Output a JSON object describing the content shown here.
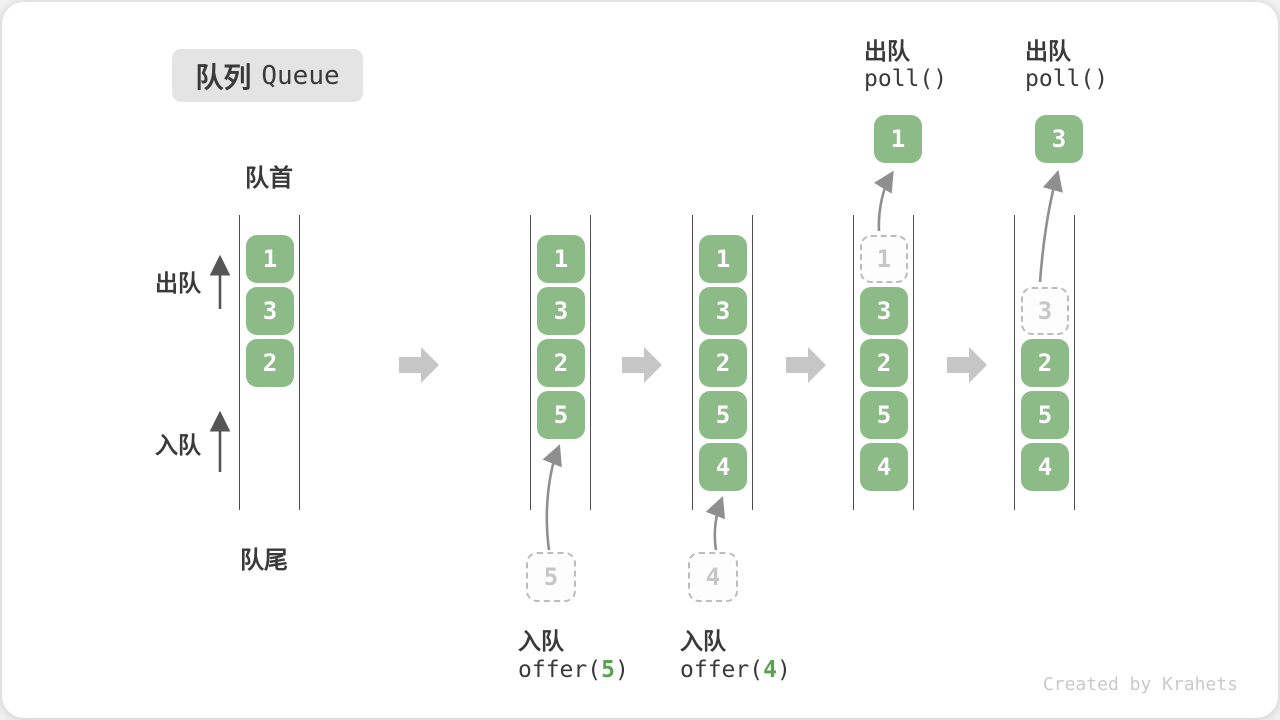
{
  "title": {
    "zh": "队列",
    "en": "Queue"
  },
  "labels": {
    "front": "队首",
    "rear": "队尾",
    "dequeue_side": "出队",
    "enqueue_side": "入队"
  },
  "watermark": "Created by Krahets",
  "colors": {
    "box_green": "#8CBB87",
    "accent_green": "#5BA250",
    "dashed_border": "#bcbcbc",
    "dashed_text": "#c6c6c6",
    "arrow_gray": "#8f8f8f",
    "block_arrow": "#c6c6c6",
    "line": "#4d4d4d",
    "text_dark": "#3a3a3a",
    "badge_bg": "#e4e4e4",
    "watermark": "#c9c9c9"
  },
  "queues": [
    {
      "cells": [
        {
          "value": "1",
          "row": 1,
          "dashed": false
        },
        {
          "value": "3",
          "row": 2,
          "dashed": false
        },
        {
          "value": "2",
          "row": 3,
          "dashed": false
        }
      ]
    },
    {
      "cells": [
        {
          "value": "1",
          "row": 1,
          "dashed": false
        },
        {
          "value": "3",
          "row": 2,
          "dashed": false
        },
        {
          "value": "2",
          "row": 3,
          "dashed": false
        },
        {
          "value": "5",
          "row": 4,
          "dashed": false
        }
      ],
      "enqueue": {
        "label": "入队",
        "fn_open": "offer(",
        "arg": "5",
        "fn_close": ")",
        "ghost_value": "5"
      }
    },
    {
      "cells": [
        {
          "value": "1",
          "row": 1,
          "dashed": false
        },
        {
          "value": "3",
          "row": 2,
          "dashed": false
        },
        {
          "value": "2",
          "row": 3,
          "dashed": false
        },
        {
          "value": "5",
          "row": 4,
          "dashed": false
        },
        {
          "value": "4",
          "row": 5,
          "dashed": false
        }
      ],
      "enqueue": {
        "label": "入队",
        "fn_open": "offer(",
        "arg": "4",
        "fn_close": ")",
        "ghost_value": "4"
      }
    },
    {
      "cells": [
        {
          "value": "1",
          "row": 1,
          "dashed": true
        },
        {
          "value": "3",
          "row": 2,
          "dashed": false
        },
        {
          "value": "2",
          "row": 3,
          "dashed": false
        },
        {
          "value": "5",
          "row": 4,
          "dashed": false
        },
        {
          "value": "4",
          "row": 5,
          "dashed": false
        }
      ],
      "dequeue": {
        "label": "出队",
        "code": "poll()",
        "out_value": "1"
      }
    },
    {
      "cells": [
        {
          "value": "3",
          "row": 2,
          "dashed": true
        },
        {
          "value": "2",
          "row": 3,
          "dashed": false
        },
        {
          "value": "5",
          "row": 4,
          "dashed": false
        },
        {
          "value": "4",
          "row": 5,
          "dashed": false
        }
      ],
      "dequeue": {
        "label": "出队",
        "code": "poll()",
        "out_value": "3"
      }
    }
  ]
}
